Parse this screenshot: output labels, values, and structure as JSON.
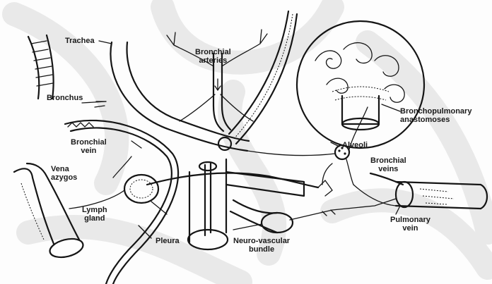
{
  "labels": {
    "trachea": "Trachea",
    "bronchus": "Bronchus",
    "bronchial_arteries_1": "Bronchial",
    "bronchial_arteries_2": "arteries",
    "bronchial_vein_left_1": "Bronchial",
    "bronchial_vein_left_2": "vein",
    "vena_azygos_1": "Vena",
    "vena_azygos_2": "azygos",
    "lymph_gland_1": "Lymph",
    "lymph_gland_2": "gland",
    "pleura": "Pleura",
    "neurovascular_1": "Neuro-vascular",
    "neurovascular_2": "bundle",
    "alveoli": "Alveoli",
    "bronchial_veins_right_1": "Bronchial",
    "bronchial_veins_right_2": "veins",
    "bronchopulmonary_1": "Bronchopulmonary",
    "bronchopulmonary_2": "anastomoses",
    "pulmonary_vein_1": "Pulmonary",
    "pulmonary_vein_2": "vein"
  },
  "colors": {
    "ink": "#151515",
    "watermark": "#e9e9e9",
    "background": "#fdfdfd"
  }
}
